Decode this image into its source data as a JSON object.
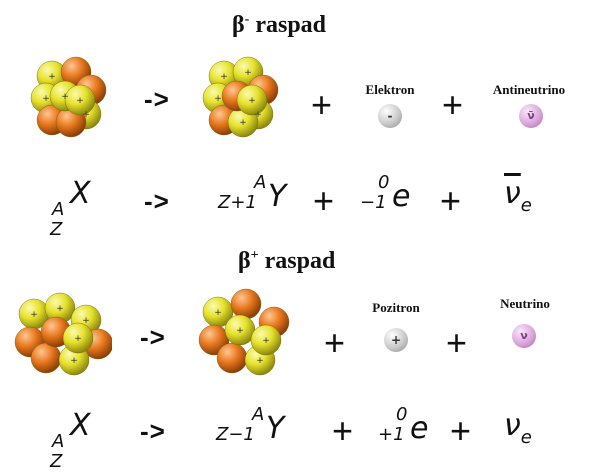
{
  "beta_minus": {
    "title": "β",
    "title_sup": "-",
    "title_rest": " raspad",
    "arrow": "->",
    "plus": "+",
    "particle1_label": "Elektron",
    "particle1_symbol": "-",
    "particle2_label": "Antineutrino",
    "particle2_symbol": "ν̄",
    "equation": {
      "parent_sup": "A",
      "parent_sub": "Z",
      "parent": "X",
      "arrow": "->",
      "daughter_sup": "A",
      "daughter_sub": "Z+1",
      "daughter": "Y",
      "plus1": "+",
      "particle_sup": "0",
      "particle_sub": "−1",
      "particle": "e",
      "plus2": "+",
      "neutrino": "ν",
      "neutrino_sub": "e"
    }
  },
  "beta_plus": {
    "title": "β",
    "title_sup": "+",
    "title_rest": " raspad",
    "arrow": "->",
    "plus": "+",
    "particle1_label": "Pozitron",
    "particle1_symbol": "+",
    "particle2_label": "Neutrino",
    "particle2_symbol": "ν",
    "equation": {
      "parent_sup": "A",
      "parent_sub": "Z",
      "parent": "X",
      "arrow": "->",
      "daughter_sup": "A",
      "daughter_sub": "Z−1",
      "daughter": "Y",
      "plus1": "+",
      "particle_sup": "0",
      "particle_sub": "+1",
      "particle": "e",
      "plus2": "+",
      "neutrino": "ν",
      "neutrino_sub": "e"
    }
  },
  "colors": {
    "proton": "#e6e22c",
    "neutron": "#e8791f",
    "electron": "#bdbdbd",
    "neutrino": "#d6a2d8"
  }
}
